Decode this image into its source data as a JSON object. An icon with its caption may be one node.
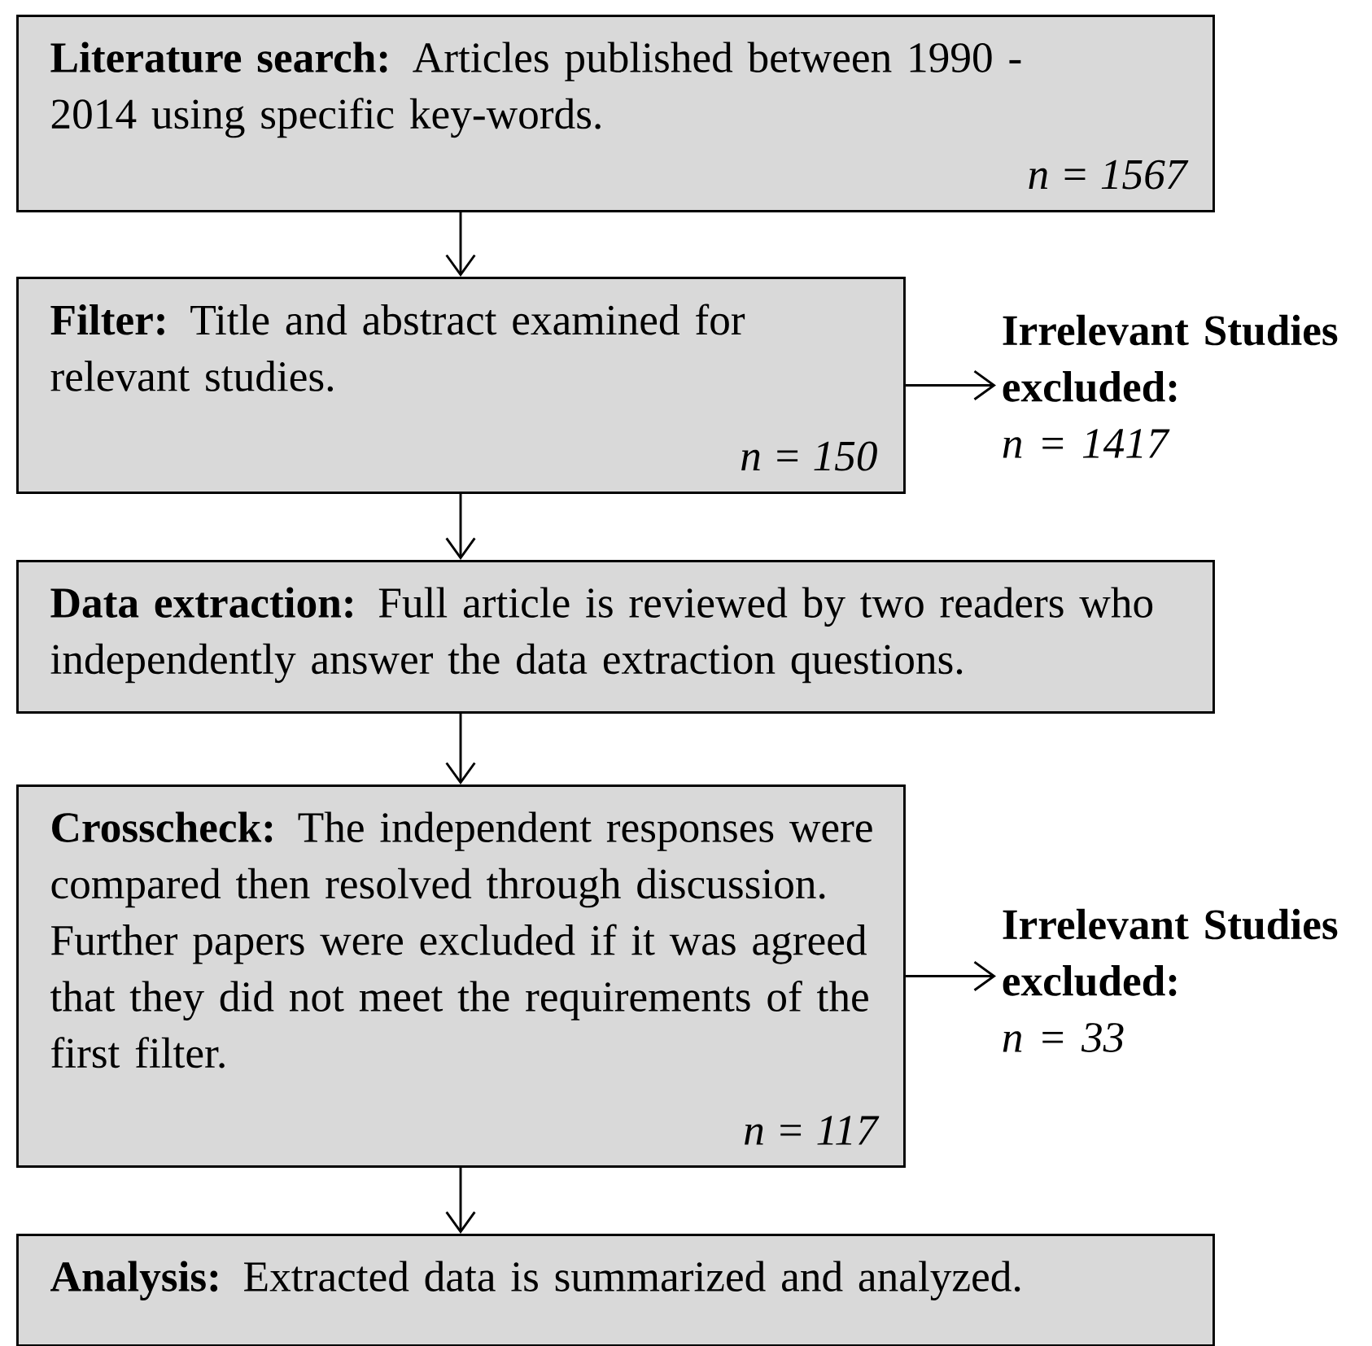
{
  "diagram": {
    "nodes": [
      {
        "text": [
          "**Literature search:** Articles published between 1990 - 2014 using specific key-words.",
          "n = 1567"
        ]
      },
      {
        "text": [
          "**Filter:** Title and abstract examined for relevant studies.",
          "n = 150"
        ]
      },
      {
        "text": [
          "Irrelevant Studies excluded:",
          "n = 1417"
        ]
      },
      {
        "text": [
          "**Data extraction:** Full article is reviewed by two readers who independently answer the data extraction questions."
        ]
      },
      {
        "text": [
          "**Crosscheck:** The independent responses were compared then resolved through discussion. Further papers were excluded if it was agreed that they did not meet the requirements of the first filter.",
          "n = 117"
        ]
      },
      {
        "text": [
          "Irrelevant Studies excluded:",
          "n = 33"
        ]
      },
      {
        "text": [
          "**Analysis:** Extracted data is summarized and analyzed."
        ]
      }
    ],
    "edges": [
      {
        "from": 0,
        "to": 1,
        "arrow": "to"
      },
      {
        "from": 1,
        "to": 2,
        "arrow": "to"
      },
      {
        "from": 1,
        "to": 3,
        "arrow": "to"
      },
      {
        "from": 3,
        "to": 4,
        "arrow": "to"
      },
      {
        "from": 4,
        "to": 5,
        "arrow": "to"
      },
      {
        "from": 4,
        "to": 6,
        "arrow": "to"
      }
    ]
  }
}
